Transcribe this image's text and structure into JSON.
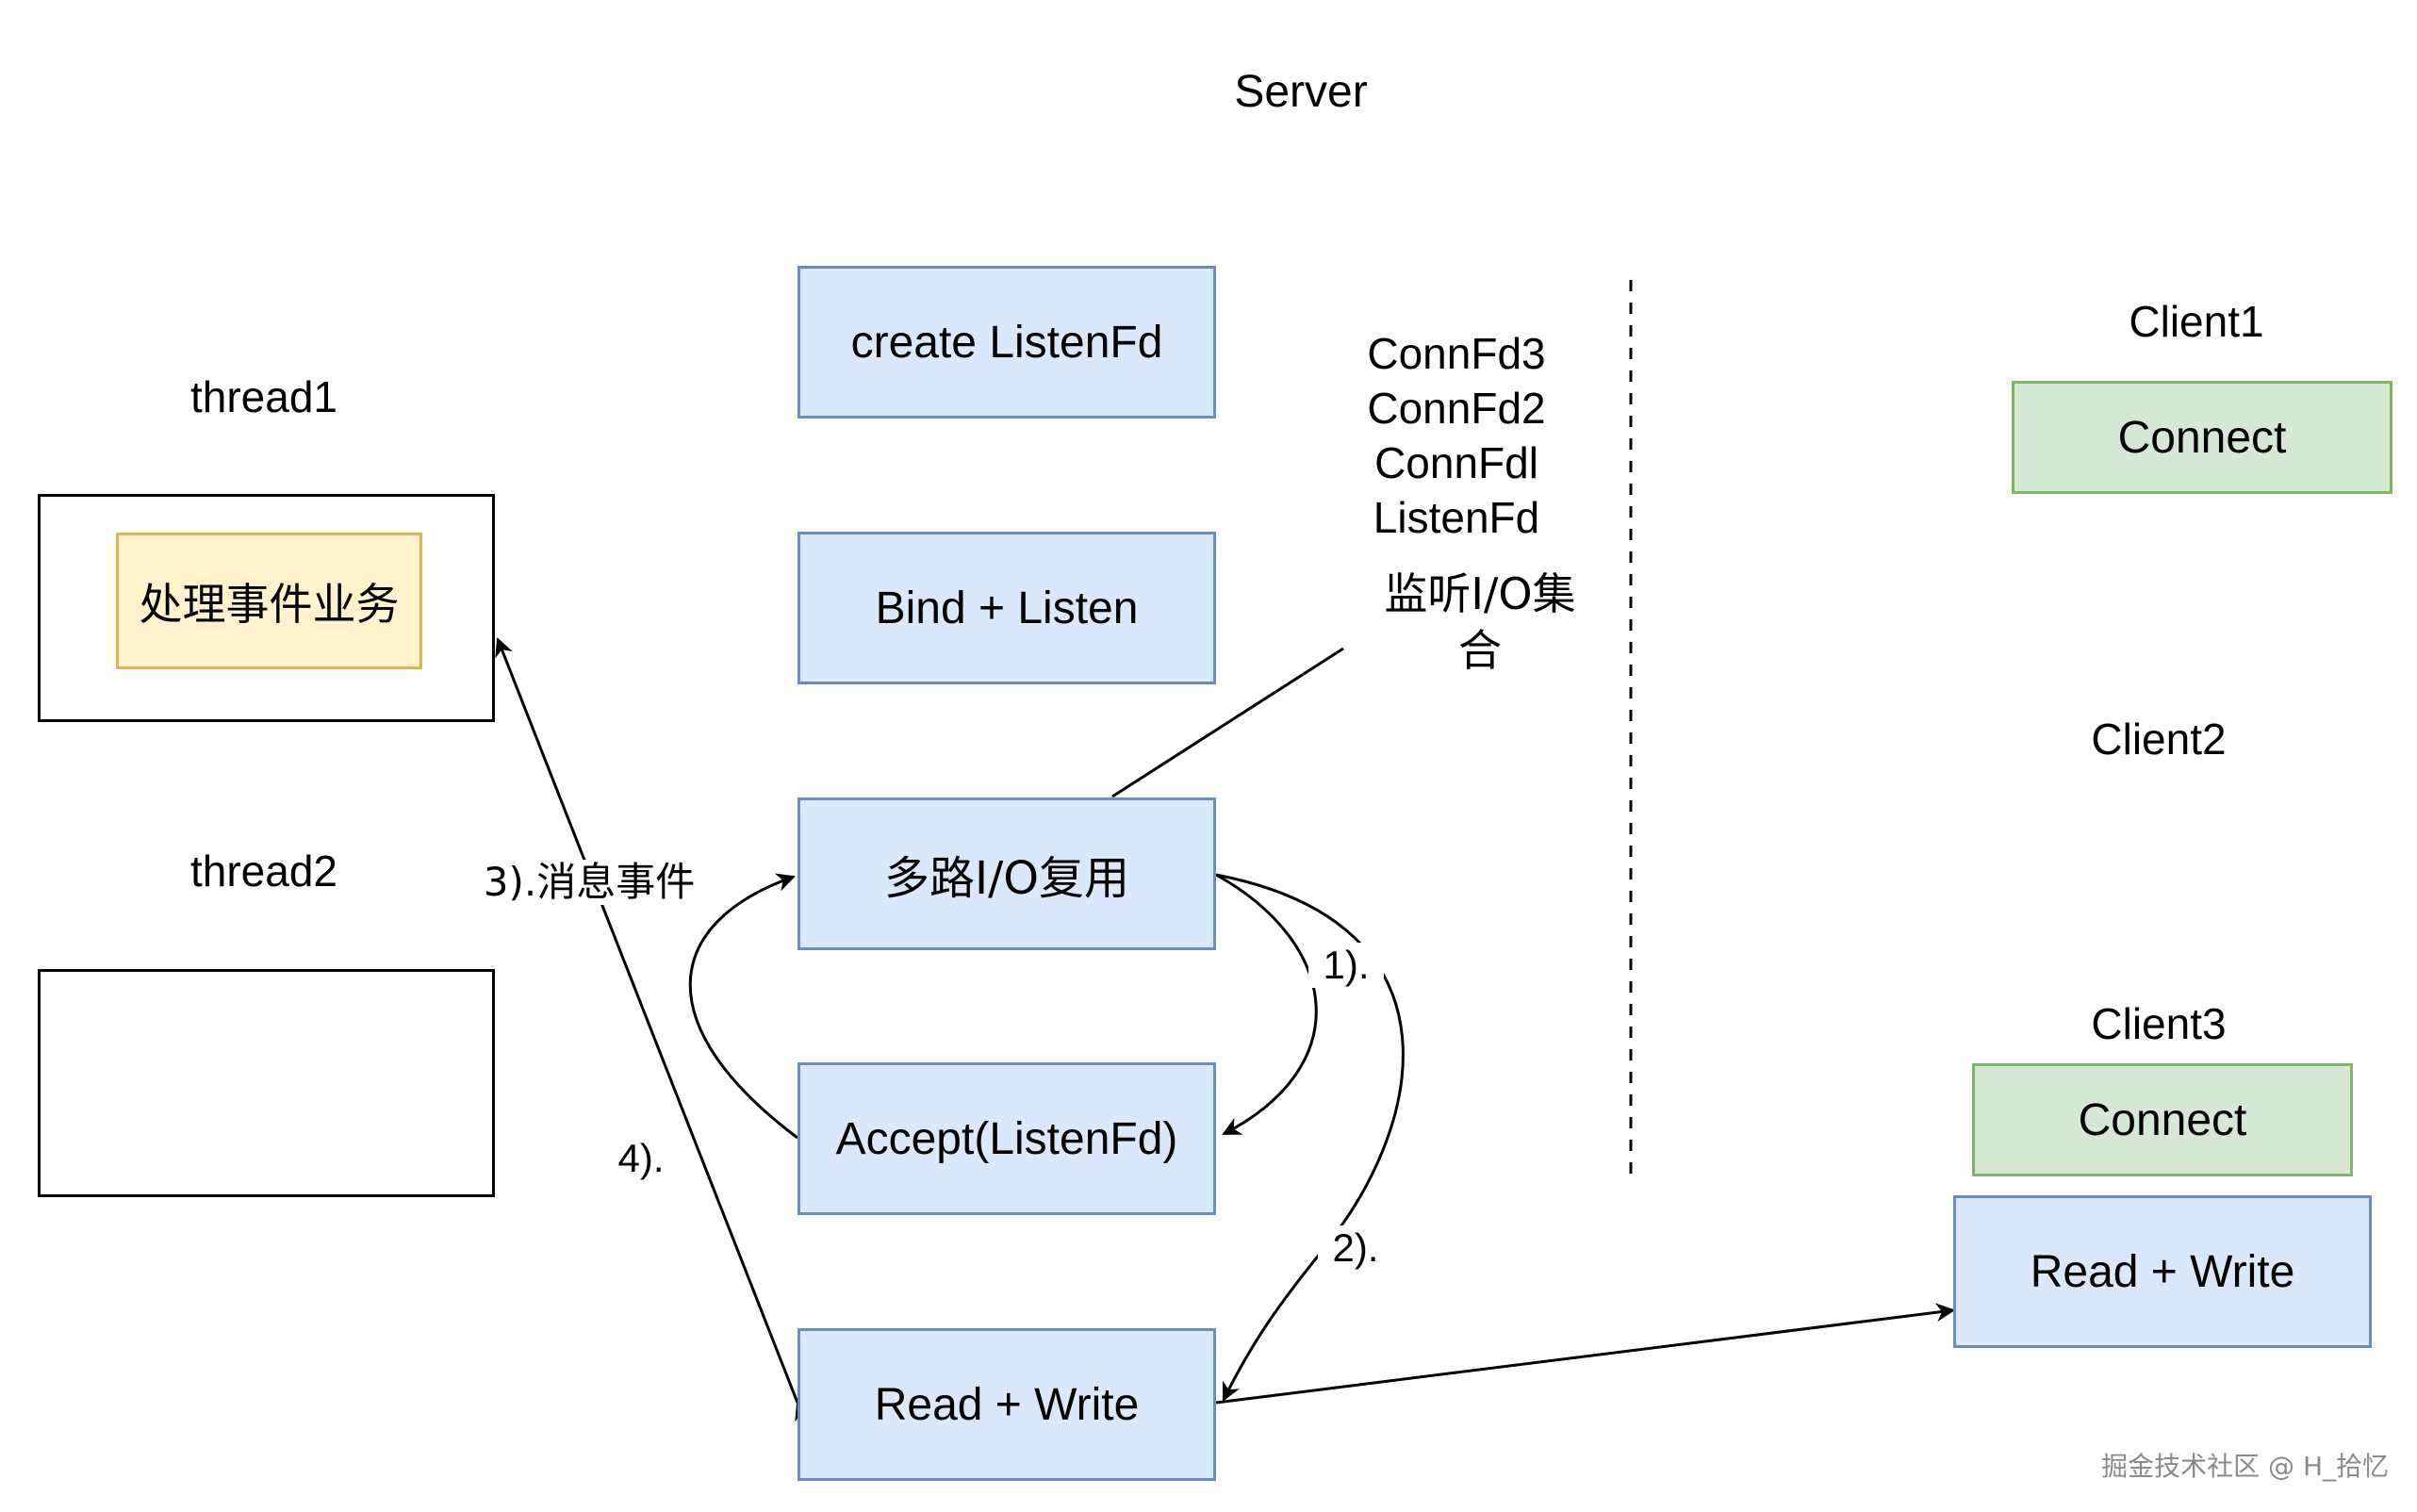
{
  "title": "Server",
  "threads": {
    "thread1": {
      "label": "thread1",
      "task": "处理事件业务"
    },
    "thread2": {
      "label": "thread2"
    }
  },
  "server": {
    "create": "create ListenFd",
    "bind": "Bind + Listen",
    "multiplex": "多路I/O复用",
    "accept": "Accept(ListenFd)",
    "readwrite": "Read + Write"
  },
  "io_set": {
    "items": [
      "ConnFd3",
      "ConnFd2",
      "ConnFdl",
      "ListenFd"
    ],
    "caption": "监听I/O集合"
  },
  "clients": {
    "client1": {
      "label": "Client1",
      "action": "Connect"
    },
    "client2": {
      "label": "Client2"
    },
    "client3": {
      "label": "Client3",
      "action": "Connect",
      "rw": "Read + Write"
    }
  },
  "edges": {
    "step1": "1).",
    "step2": "2).",
    "step3": "3).消息事件",
    "step4": "4)."
  },
  "watermark": "掘金技术社区 @ H_拾忆",
  "colors": {
    "blue_fill": "#dae8fc",
    "blue_stroke": "#6c8ebf",
    "green_fill": "#d5e8d4",
    "green_stroke": "#82b366",
    "yellow_fill": "#fff2cc",
    "yellow_stroke": "#d6b656"
  }
}
